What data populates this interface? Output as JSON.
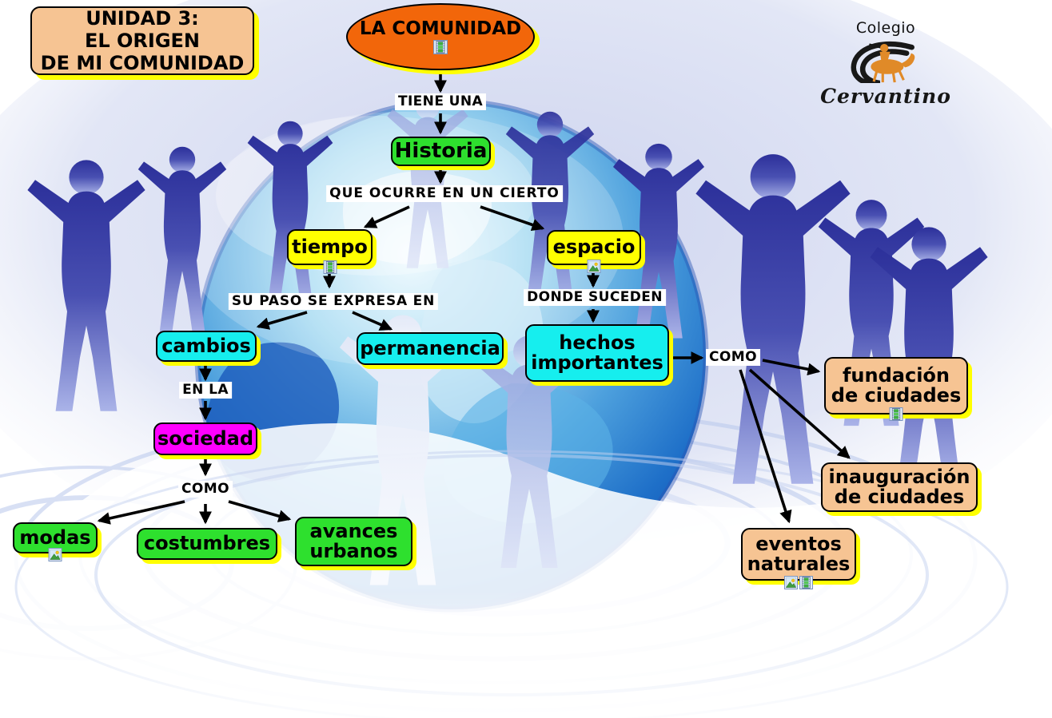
{
  "header": {
    "unit_title": {
      "line1": "UNIDAD 3:",
      "line2": "EL ORIGEN",
      "line3": "DE MI COMUNIDAD"
    },
    "logo": {
      "school": "Colegio",
      "name": "Cervantino"
    }
  },
  "nodes": {
    "comunidad": {
      "label": "LA COMUNIDAD",
      "shape": "ellipse",
      "color": "#f2660a",
      "icons": [
        "film-icon"
      ]
    },
    "historia": {
      "label": "Historia",
      "color": "#2ee02e"
    },
    "tiempo": {
      "label": "tiempo",
      "color": "#ffff00",
      "icons": [
        "film-icon"
      ]
    },
    "espacio": {
      "label": "espacio",
      "color": "#ffff00",
      "icons": [
        "image-icon"
      ]
    },
    "cambios": {
      "label": "cambios",
      "color": "#16eeee"
    },
    "permanencia": {
      "label": "permanencia",
      "color": "#16eeee"
    },
    "sociedad": {
      "label": "sociedad",
      "color": "#ff00ff"
    },
    "modas": {
      "label": "modas",
      "color": "#2ee02e",
      "icons": [
        "image-icon"
      ]
    },
    "costumbres": {
      "label": "costumbres",
      "color": "#2ee02e"
    },
    "avances": {
      "label": "avances urbanos",
      "color": "#2ee02e"
    },
    "hechos": {
      "label": "hechos importantes",
      "color": "#16eeee"
    },
    "fundacion": {
      "label": "fundación de ciudades",
      "color": "#f6c493",
      "icons": [
        "film-icon"
      ]
    },
    "inauguracion": {
      "label": "inauguración de ciudades",
      "color": "#f6c493"
    },
    "eventos": {
      "label": "eventos naturales",
      "color": "#f6c493",
      "icons": [
        "image-icon",
        "film-icon"
      ]
    }
  },
  "connectors": {
    "tiene_una": "TIENE UNA",
    "que_ocurre": "QUE OCURRE EN UN CIERTO",
    "su_paso": "SU PASO SE EXPRESA EN",
    "donde_suceden": "DONDE SUCEDEN",
    "en_la": "EN LA",
    "como_izquierda": "COMO",
    "como_derecha": "COMO"
  },
  "colors": {
    "node_border": "#000000",
    "shadow": "#ffff00",
    "label_background": "#ffffff",
    "arrow": "#000000",
    "figures_blue": "#2c309a",
    "globe_blue": "#1e6fc8",
    "logo_orange": "#e08a28"
  }
}
